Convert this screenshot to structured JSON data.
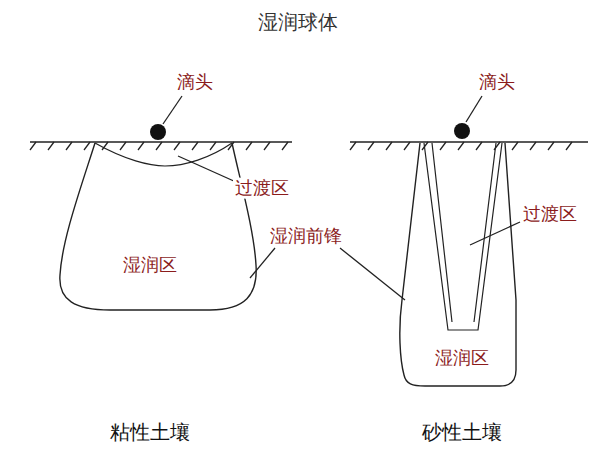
{
  "diagram": {
    "title": "湿润球体",
    "nodes": [
      {
        "text": [
          "湿润区"
        ]
      },
      {
        "text": [
          "湿润区"
        ]
      }
    ],
    "labels": [
      "滴头",
      "过渡区",
      "湿润前锋",
      "粘性土壤",
      "滴头",
      "过渡区",
      "砂性土壤"
    ]
  }
}
